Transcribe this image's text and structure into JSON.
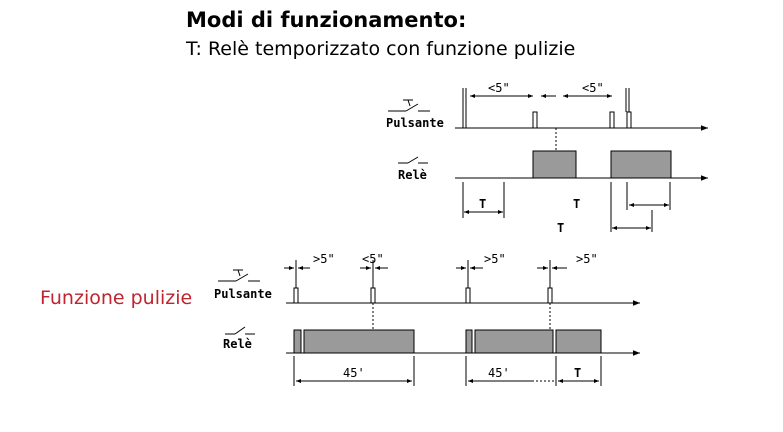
{
  "title": "Modi di funzionamento:",
  "subtitle": "T: Relè temporizzato con funzione pulizie",
  "side_label": "Funzione pulizie",
  "top_diagram": {
    "button_label": "Pulsante",
    "relay_label": "Relè",
    "interval_1": "<5\"",
    "interval_2": "<5\"",
    "t_label_1": "T",
    "t_label_2": "T",
    "t_label_3": "T"
  },
  "bottom_diagram": {
    "button_label": "Pulsante",
    "relay_label": "Relè",
    "interval_1": ">5\"",
    "interval_2": "<5\"",
    "interval_3": ">5\"",
    "interval_4": ">5\"",
    "duration_1": "45'",
    "duration_2": "45'",
    "t_label": "T"
  },
  "colors": {
    "relay_fill": "#9a9a9a",
    "side_label": "#c0242e"
  }
}
